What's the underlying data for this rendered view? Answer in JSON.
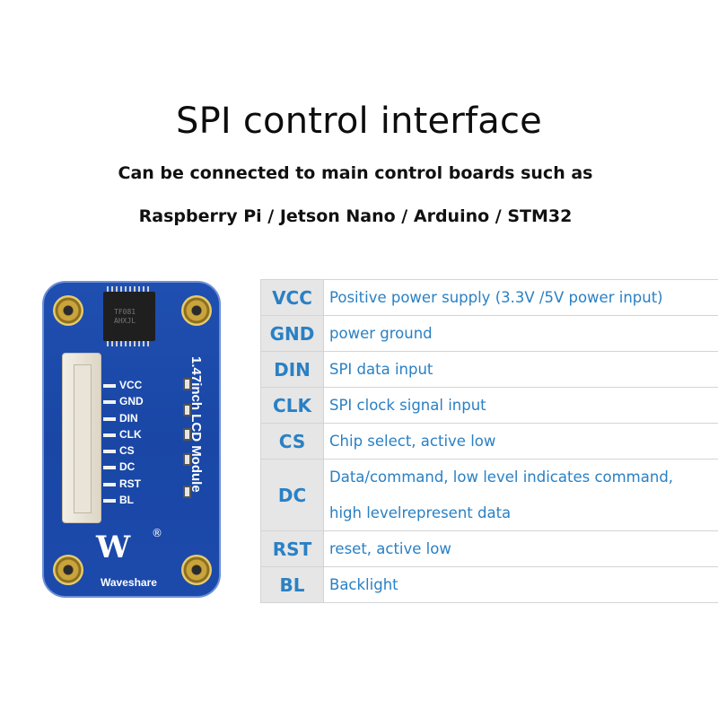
{
  "heading": {
    "title": "SPI control interface",
    "subtitle_line1": "Can be connected to main control boards such as",
    "subtitle_line2": "Raspberry Pi / Jetson Nano / Arduino / STM32"
  },
  "board": {
    "module_name": "1.47inch LCD Module",
    "brand": "Waveshare",
    "logo_text": "W",
    "registered_mark": "®",
    "chip_marking": "TF081\nAHXJL",
    "silkscreen_pins": [
      "VCC",
      "GND",
      "DIN",
      "CLK",
      "CS",
      "DC",
      "RST",
      "BL"
    ],
    "colors": {
      "pcb": "#1c4aab",
      "pad": "#c9a43b"
    }
  },
  "pin_table": [
    {
      "pin": "VCC",
      "lines": [
        "Positive power supply (3.3V /5V power input)"
      ]
    },
    {
      "pin": "GND",
      "lines": [
        "power ground"
      ]
    },
    {
      "pin": "DIN",
      "lines": [
        "SPI data input"
      ]
    },
    {
      "pin": "CLK",
      "lines": [
        "SPI clock signal input"
      ]
    },
    {
      "pin": "CS",
      "lines": [
        "Chip select, active low"
      ]
    },
    {
      "pin": "DC",
      "lines": [
        "Data/command, low level indicates command,",
        "high levelrepresent data"
      ]
    },
    {
      "pin": "RST",
      "lines": [
        "reset, active low"
      ]
    },
    {
      "pin": "BL",
      "lines": [
        "Backlight"
      ]
    }
  ],
  "colors": {
    "accent_text": "#2a80c4",
    "pin_cell_bg": "#e6e6e6"
  }
}
